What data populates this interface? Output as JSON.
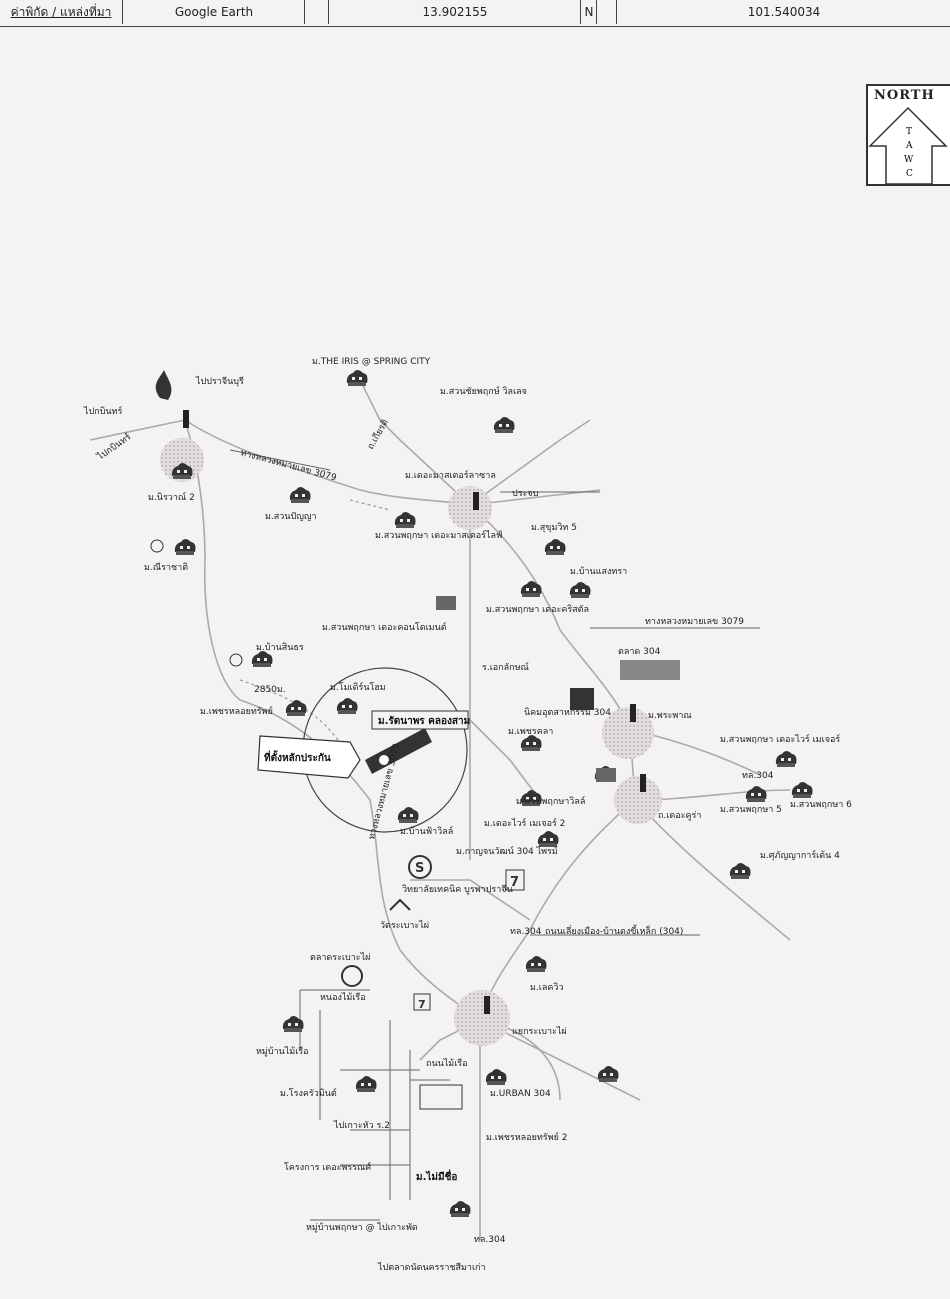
{
  "header": {
    "label": "ค่าพิกัด / แหล่งที่มา",
    "source": "Google Earth",
    "lat": "13.902155",
    "ns": "N",
    "lng": "101.540034"
  },
  "north": {
    "word": "NORTH",
    "letters": [
      "T",
      "A",
      "W",
      "C"
    ]
  },
  "map": {
    "site_label": "ม.รัตนาพร คลองสาม",
    "site_pointer": "ที่ตั้งหลักประกัน",
    "labels": {
      "irisspring": "ม.THE IRIS @ SPRING CITY",
      "to_prachinburi_top": "ไปปราจีนบุรี",
      "suan_nai": "ม.สวนชัยพฤกษ์ วิลเลจ",
      "kabin": "ไปกบินทร์",
      "hwy3079_top": "ทางหลวงหมายเลข 3079",
      "to_kab": "ไปกบินทร์",
      "niravan2": "ม.นิรวาณ์ 2",
      "mu_suan": "ม.สวนปัญญา",
      "hwy_b": "ถ.เกียรติ",
      "center_lasalle": "ม.เดอะมาสเตอร์ลาซาล",
      "prachuap": "ประจบ",
      "chaiyaphruek": "ม.สวนพฤกษา เดอะมาสเตอร์ไลฟ์",
      "sukhumvit5": "ม.สุขุมวิท 5",
      "miracle": "ม.ณีราชาติ",
      "bansaeng": "ม.บ้านแสงทรา",
      "swan_crystal": "ม.สวนพฤกษา เดอะคริสตัล",
      "the_sonic": "ม.สวนพฤกษา เดอะคอนโดเมนต์",
      "hwy3079_mid": "ทางหลวงหมายเลข 3079",
      "market304": "ตลาด 304",
      "mu_bansinthorn": "ม.บ้านสินธร",
      "rongsuek": "ร.เอกลักษณ์",
      "dist_2850": "2850ม.",
      "modern_home": "ม.โมเดิร์นโฮม",
      "nikhom304": "นิคมอุตสาหกรรม 304",
      "petch_home": "ม.เพชรหลอยทรัพย์",
      "phrakanad": "ม.พระพาณ",
      "swan_ff": "ม.สวนพฤกษา เดอะไวร์ เมเจอร์",
      "hwy304_a": "ทล.304",
      "the_phila": "ม.เพชรคลา",
      "hwy_way": "ทางหลวงหมายเลข 3079",
      "chaiyaphruek_road": "ม.สวนพฤกษาวิลล์",
      "three_king": "ม.สวนพฤกษา 5",
      "suan_6": "ม.สวนพฤกษา 6",
      "ban_fa": "ม.บ้านฟ้าวิลล์",
      "the_five": "ม.เดอะไวร์ เมเจอร์ 2",
      "kokkruat": "ถ.เดอะคูร่า",
      "kanchanawat": "ม.กาญจนวัฒน์ 304 ไพรม์",
      "panya": "ม.ศุภัญญาการ์เด้น 4",
      "college": "วิทยาลัยเทคนิค บูรพาปราจีน",
      "wat": "วัดระเบาะไผ่",
      "hwy304_b": "ทล.304",
      "road_kokkruat": "ถนนเลี่ยงเมือง-บ้านดงขี้เหล็ก (304)",
      "market_rabao": "ตลาดระเบาะไผ่",
      "nong_mai_rua": "หนองไม้เรือ",
      "ban_khao": "ม.เลควิว",
      "mu_ban_nong": "หมู่บ้านไม้เรือ",
      "rabao_phai": "แยกระเบาะไผ่",
      "road_nonmai": "ถนนไม้เรือ",
      "rongkrua": "ม.โรงครัวมินต์",
      "urban304": "ม.URBAN 304",
      "to_kao2": "ไปเกาะหัว ร.2",
      "petch2": "ม.เพชรหลอยทรัพย์ 2",
      "kao_wat": "โครงการ เดอะพรรณศ์",
      "mai_mee": "ม.ไม่มีชื่อ",
      "bottom_road": "หมู่บ้านพฤกษา @ ไปเกาะพัด",
      "hwy304_c": "ทล.304",
      "bottom_to": "ไปตลาดนัดนครราชสีมาเก่า"
    }
  }
}
